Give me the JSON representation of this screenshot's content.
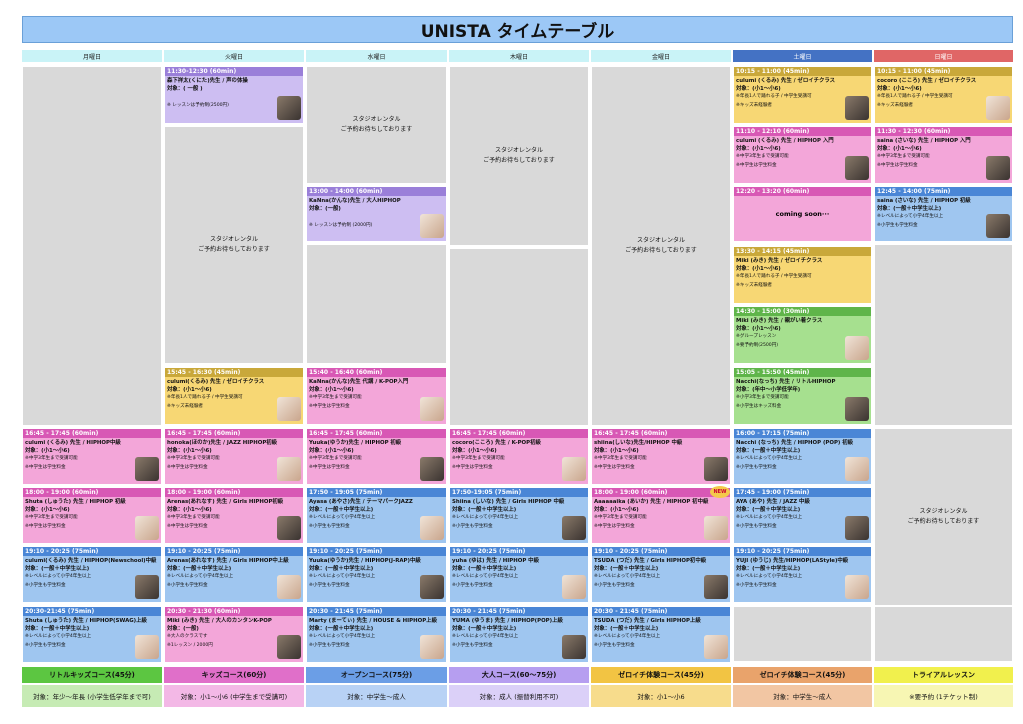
{
  "title": "UNISTA タイムテーブル",
  "days": [
    {
      "label": "月曜日",
      "color": "#c9f3f7"
    },
    {
      "label": "火曜日",
      "color": "#c9f3f7"
    },
    {
      "label": "水曜日",
      "color": "#c9f3f7"
    },
    {
      "label": "木曜日",
      "color": "#c9f3f7"
    },
    {
      "label": "金曜日",
      "color": "#c9f3f7"
    },
    {
      "label": "土曜日",
      "color": "#4472c4"
    },
    {
      "label": "日曜日",
      "color": "#e06666"
    }
  ],
  "rental_text": [
    "スタジオレンタル",
    "ご予約お待ちしております"
  ],
  "coming_soon": "coming soon···",
  "new_badge": "NEW",
  "colors": {
    "kids": "#cdbef2",
    "kids_head": "#9a7fd9",
    "pink": "#f3a6d9",
    "pink_head": "#d858b5",
    "blue": "#9fc6f0",
    "blue_head": "#4a86d6",
    "yellow": "#f7d774",
    "yellow_head": "#c9a83a",
    "green": "#a6e08f",
    "green_head": "#5fb54a"
  },
  "classes": {
    "tue_1": {
      "head": "11:30-12:30 (60min)",
      "teacher": "森下祥太(くにた)先生 / 声の体操",
      "target": "対象：( 一般 )",
      "notes": [
        "※ レッスンは予約制(2500円)"
      ]
    },
    "tue_2": {
      "head": "15:45 - 16:30 (45min)",
      "teacher": "culumi(くるみ) 先生 / ゼロイチクラス",
      "target": "対象：(小1〜小6)",
      "notes": [
        "※年長1人で踊れる子 / 中学生受講可",
        "※キッズ未経験者"
      ]
    },
    "wed_1": {
      "head": "13:00 - 14:00 (60min)",
      "teacher": "KaNna(かんな)先生 / 大人HIPHOP",
      "target": "対象：(一般)",
      "notes": [
        "※ レッスンは予約制 (2000円)"
      ]
    },
    "wed_2": {
      "head": "15:40 - 16:40 (60min)",
      "teacher": "KaNna(かんな)先生 代講 / K-POP入門",
      "target": "対象：(小1〜小6)",
      "notes": [
        "※中学3年生まで受講可能",
        "※中学生は学生料金"
      ]
    },
    "sat_1": {
      "head": "10:15 - 11:00 (45min)",
      "teacher": "culumi (くるみ) 先生 / ゼロイチクラス",
      "target": "対象：(小1〜小6)",
      "notes": [
        "※年長1人で踊れる子 / 中学生受講可",
        "※キッズ未経験者"
      ]
    },
    "sat_2": {
      "head": "11:10 - 12:10 (60min)",
      "teacher": "culumi (くるみ) 先生 / HIPHOP 入門",
      "target": "対象：(小1〜小6)",
      "notes": [
        "※中学3年生まで受講可能",
        "※中学生は学生料金"
      ]
    },
    "sat_3": {
      "head": "12:20 - 13:20 (60min)",
      "teacher": "",
      "target": "",
      "notes": []
    },
    "sat_4": {
      "head": "13:30 - 14:15 (45min)",
      "teacher": "Miki (みき) 先生 / ゼロイチクラス",
      "target": "対象：(小1〜小6)",
      "notes": [
        "※年長1人で踊れる子 / 中学生受講可",
        "※キッズ未経験者"
      ]
    },
    "sat_5": {
      "head": "14:30 - 15:00 (30min)",
      "teacher": "Miki (みき) 先生 / 親がい着クラス",
      "target": "対象：(小1〜小6)",
      "notes": [
        "※グループレッスン",
        "※要予約制(2500円)"
      ]
    },
    "sat_6": {
      "head": "15:05 - 15:50 (45min)",
      "teacher": "Nacchi(なっち) 先生 / リトルHIPHOP",
      "target": "対象：(年中〜小学低学年)",
      "notes": [
        "※小学3年生まで受講可能",
        "※小学生はキッズ料金"
      ]
    },
    "sun_1": {
      "head": "10:15 - 11:00 (45min)",
      "teacher": "cocoro (こころ) 先生 / ゼロイチクラス",
      "target": "対象：(小1〜小6)",
      "notes": [
        "※年長1人で踊れる子 / 中学生受講可",
        "※キッズ未経験者"
      ]
    },
    "sun_2": {
      "head": "11:30 - 12:30 (60min)",
      "teacher": "saina (さいな) 先生 / HIPHOP 入門",
      "target": "対象：(小1〜小6)",
      "notes": [
        "※中学3年生まで受講可能",
        "※中学生は学生料金"
      ]
    },
    "sun_3": {
      "head": "12:45 - 14:00 (75min)",
      "teacher": "saina (さいな) 先生 / HIPHOP 初級",
      "target": "対象：(一般＋中学生以上)",
      "notes": [
        "※レベルによって小学4年生以上",
        "※小学生も学生料金"
      ]
    },
    "r1_mon": {
      "head": "16:45 - 17:45 (60min)",
      "teacher": "culumi (くるみ) 先生 / HIPHOP中級",
      "target": "対象：(小1〜小6)",
      "notes": [
        "※中学3年生まで受講可能",
        "※中学生は学生料金"
      ]
    },
    "r1_tue": {
      "head": "16:45 - 17:45 (60min)",
      "teacher": "honoka(ほのか)先生 / JAZZ HIPHOP初級",
      "target": "対象：(小1〜小6)",
      "notes": [
        "※中学3年生まで受講可能",
        "※中学生は学生料金"
      ]
    },
    "r1_wed": {
      "head": "16:45 - 17:45 (60min)",
      "teacher": "Yuuka(ゆうか)先生 / HIPHOP 初級",
      "target": "対象：(小1〜小6)",
      "notes": [
        "※中学3年生まで受講可能",
        "※中学生は学生料金"
      ]
    },
    "r1_thu": {
      "head": "16:45 - 17:45 (60min)",
      "teacher": "cocoro(こころ) 先生 / K-POP初級",
      "target": "対象：(小1〜小6)",
      "notes": [
        "※中学3年生まで受講可能",
        "※中学生は学生料金"
      ]
    },
    "r1_fri": {
      "head": "16:45 - 17:45 (60min)",
      "teacher": "shiina(しいな)先生/HIPHOP 中級",
      "target": "対象：(小1〜小6)",
      "notes": [
        "※中学3年生まで受講可能",
        "※中学生は学生料金"
      ]
    },
    "r1_sat": {
      "head": "16:00 - 17:15 (75min)",
      "teacher": "Nacchi (なっち) 先生 / HIPHOP (POP) 初級",
      "target": "対象：(一般＋中学生以上)",
      "notes": [
        "※レベルによって小学4年生以上",
        "※小学生も学生料金"
      ]
    },
    "r2_mon": {
      "head": "18:00 - 19:00 (60min)",
      "teacher": "Shuta (しゅうた) 先生 / HIPHOP 初級",
      "target": "対象：(小1〜小6)",
      "notes": [
        "※中学3年生まで受講可能",
        "※中学生は学生料金"
      ]
    },
    "r2_tue": {
      "head": "18:00 - 19:00 (60min)",
      "teacher": "Arenas(あれなす) 先生 / Girls HIPHOP初級",
      "target": "対象：(小1〜小6)",
      "notes": [
        "※中学3年生まで受講可能",
        "※中学生は学生料金"
      ]
    },
    "r2_wed": {
      "head": "17:50 - 19:05 (75min)",
      "teacher": "Ayasa (あやさ)先生 / テーマパークJAZZ",
      "target": "対象：(一般＋中学生以上)",
      "notes": [
        "※レベルによって小学4年生以上",
        "※小学生も学生料金"
      ]
    },
    "r2_thu": {
      "head": "17:50-19:05 (75min)",
      "teacher": "Shiina (しいな) 先生 / Girls HIPHOP 中級",
      "target": "対象：(一般＋中学生以上)",
      "notes": [
        "※レベルによって小学4年生以上",
        "※小学生も学生料金"
      ]
    },
    "r2_fri": {
      "head": "18:00 - 19:00 (60min)",
      "teacher": "Aaaaaaika (あいか) 先生 / HIPHOP 初中級",
      "target": "対象：(小1〜小6)",
      "notes": [
        "※中学3年生まで受講可能",
        "※中学生は学生料金"
      ]
    },
    "r2_sat": {
      "head": "17:45 - 19:00 (75min)",
      "teacher": "AYA (あや) 先生 / JAZZ 中級",
      "target": "対象：(一般＋中学生以上)",
      "notes": [
        "※レベルによって小学4年生以上",
        "※小学生も学生料金"
      ]
    },
    "r3_mon": {
      "head": "19:10 - 20:25 (75min)",
      "teacher": "culumi(くるみ) 先生 / HIPHOP(Newschool)中級",
      "target": "対象：(一般＋中学生以上)",
      "notes": [
        "※レベルによって小学4年生以上",
        "※小学生も学生料金"
      ]
    },
    "r3_tue": {
      "head": "19:10 - 20:25 (75min)",
      "teacher": "Arenas(あれなす) 先生 / Girls HIPHOP中上級",
      "target": "対象：(一般＋中学生以上)",
      "notes": [
        "※レベルによって小学4年生以上",
        "※小学生も学生料金"
      ]
    },
    "r3_wed": {
      "head": "19:10 - 20:25 (75min)",
      "teacher": "Yuuka(ゆうか)先生 / HIPHOP(J-RAP)中級",
      "target": "対象：(一般＋中学生以上)",
      "notes": [
        "※レベルによって小学4年生以上",
        "※小学生も学生料金"
      ]
    },
    "r3_thu": {
      "head": "19:10 - 20:25 (75min)",
      "teacher": "yuha (ゆは) 先生 / HIPHOP 中級",
      "target": "対象：(一般＋中学生以上)",
      "notes": [
        "※レベルによって小学4年生以上",
        "※小学生も学生料金"
      ]
    },
    "r3_fri": {
      "head": "19:10 - 20:25 (75min)",
      "teacher": "TSUDA (つだ) 先生 / Girls HIPHOP初中級",
      "target": "対象：(一般＋中学生以上)",
      "notes": [
        "※レベルによって小学4年生以上",
        "※小学生も学生料金"
      ]
    },
    "r3_sat": {
      "head": "19:10 - 20:25 (75min)",
      "teacher": "YUJI (ゆうじ) 先生/HIPHOP(LAStyle)中級",
      "target": "対象：(一般＋中学生以上)",
      "notes": [
        "※レベルによって小学4年生以上",
        "※小学生も学生料金"
      ]
    },
    "r4_mon": {
      "head": "20:30-21:45 (75min)",
      "teacher": "Shuta (しゅうた) 先生 / HIPHOP(SWAG)上級",
      "target": "対象：(一般＋中学生以上)",
      "notes": [
        "※レベルによって小学4年生以上",
        "※小学生も学生料金"
      ]
    },
    "r4_tue": {
      "head": "20:30 - 21:30 (60min)",
      "teacher": "Miki (みき) 先生 / 大人のカンタンK-POP",
      "target": "対象：(一般)",
      "notes": [
        "※大人のクラスです",
        "※1レッスン / 2000円"
      ]
    },
    "r4_wed": {
      "head": "20:30 - 21:45 (75min)",
      "teacher": "Marty (まーてぃ) 先生 / HOUSE & HIPHOP上級",
      "target": "対象：(一般＋中学生以上)",
      "notes": [
        "※レベルによって小学4年生以上",
        "※小学生も学生料金"
      ]
    },
    "r4_thu": {
      "head": "20:30 - 21:45 (75min)",
      "teacher": "YUMA (ゆうま) 先生 / HIPHOP(POP)上級",
      "target": "対象：(一般＋中学生以上)",
      "notes": [
        "※レベルによって小学4年生以上",
        "※小学生も学生料金"
      ]
    },
    "r4_fri": {
      "head": "20:30 - 21:45 (75min)",
      "teacher": "TSUDA (つだ) 先生 / Girls HIPHOP上級",
      "target": "対象：(一般＋中学生以上)",
      "notes": [
        "※レベルによって小学4年生以上",
        "※小学生も学生料金"
      ]
    }
  },
  "footer": [
    {
      "name": "リトルキッズコース(45分)",
      "target": "対象：年少〜年長 (小学生低学年まで可)",
      "head_color": "#5cc641",
      "body_color": "#c6ebb4"
    },
    {
      "name": "キッズコース(60分)",
      "target": "対象：小1〜小6 (中学生まで受講可)",
      "head_color": "#e06fc9",
      "body_color": "#f3b8e6"
    },
    {
      "name": "オープンコース(75分)",
      "target": "対象：中学生〜成人",
      "head_color": "#6b9ee6",
      "body_color": "#b8d2f5"
    },
    {
      "name": "大人コース(60〜75分)",
      "target": "対象：成人 (振替利用不可)",
      "head_color": "#b69ef0",
      "body_color": "#dbd0f8"
    },
    {
      "name": "ゼロイチ体験コース(45分)",
      "target": "対象：小1〜小6",
      "head_color": "#f2c443",
      "body_color": "#f7dc8c"
    },
    {
      "name": "ゼロイチ体験コース(45分)",
      "target": "対象：中学生〜成人",
      "head_color": "#e9a36b",
      "body_color": "#f2c6a3"
    },
    {
      "name": "トライアルレッスン",
      "target": "※要予約 (1チケット制)",
      "head_color": "#f1f04d",
      "body_color": "#f7f6b3"
    }
  ]
}
